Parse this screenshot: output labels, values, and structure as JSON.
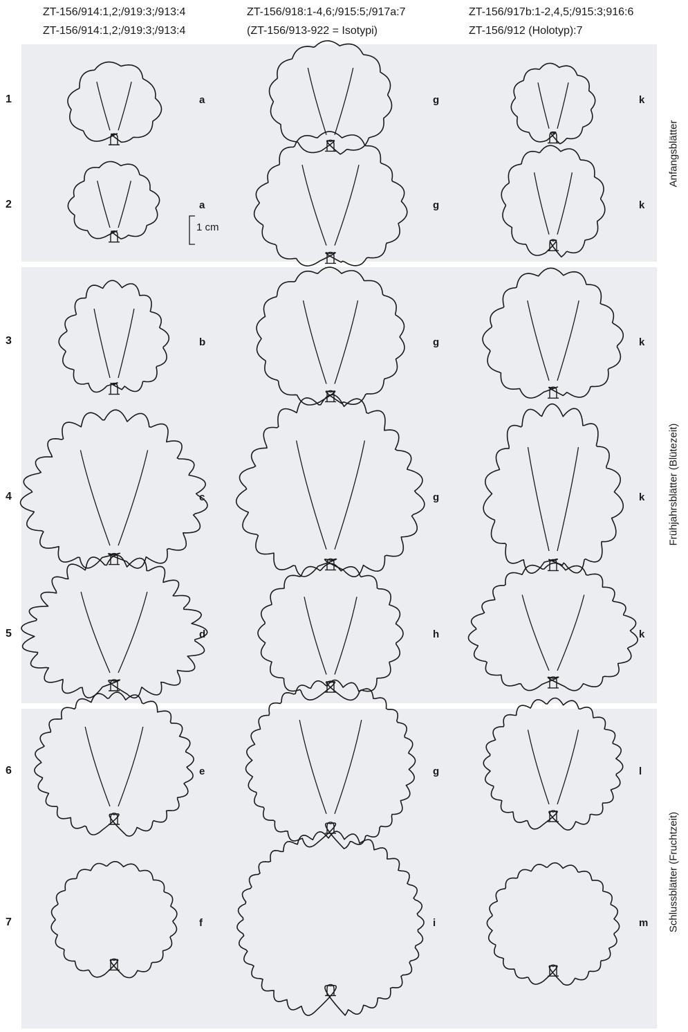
{
  "header": {
    "col1": [
      "ZT-156/914:1,2;/919:3;/913:4",
      "ZT-156/914:1,2;/919:3;/913:4"
    ],
    "col2": [
      "ZT-156/918:1-4,6;/915:5;/917a:7",
      "(ZT-156/913-922 = Isotypi)"
    ],
    "col3": [
      "ZT-156/917b:1-2,4,5;/915:3;916:6",
      "ZT-156/912 (Holotyp):7"
    ]
  },
  "rows": [
    {
      "num": "1",
      "letters": [
        "a",
        "g",
        "k"
      ]
    },
    {
      "num": "2",
      "letters": [
        "a",
        "g",
        "k"
      ]
    },
    {
      "num": "3",
      "letters": [
        "b",
        "g",
        "k"
      ]
    },
    {
      "num": "4",
      "letters": [
        "c",
        "g",
        "k"
      ]
    },
    {
      "num": "5",
      "letters": [
        "d",
        "h",
        "k"
      ]
    },
    {
      "num": "6",
      "letters": [
        "e",
        "g",
        "l"
      ]
    },
    {
      "num": "7",
      "letters": [
        "f",
        "i",
        "m"
      ]
    }
  ],
  "groups": [
    "Anfangsblätter",
    "Frühjahrsblätter (Blütezeit)",
    "Schlussblätter (Fruchtzeit)"
  ],
  "scale_bar": {
    "label": "1 cm"
  },
  "colors": {
    "band": "#ecedf0",
    "ink": "#1a1a1a"
  }
}
